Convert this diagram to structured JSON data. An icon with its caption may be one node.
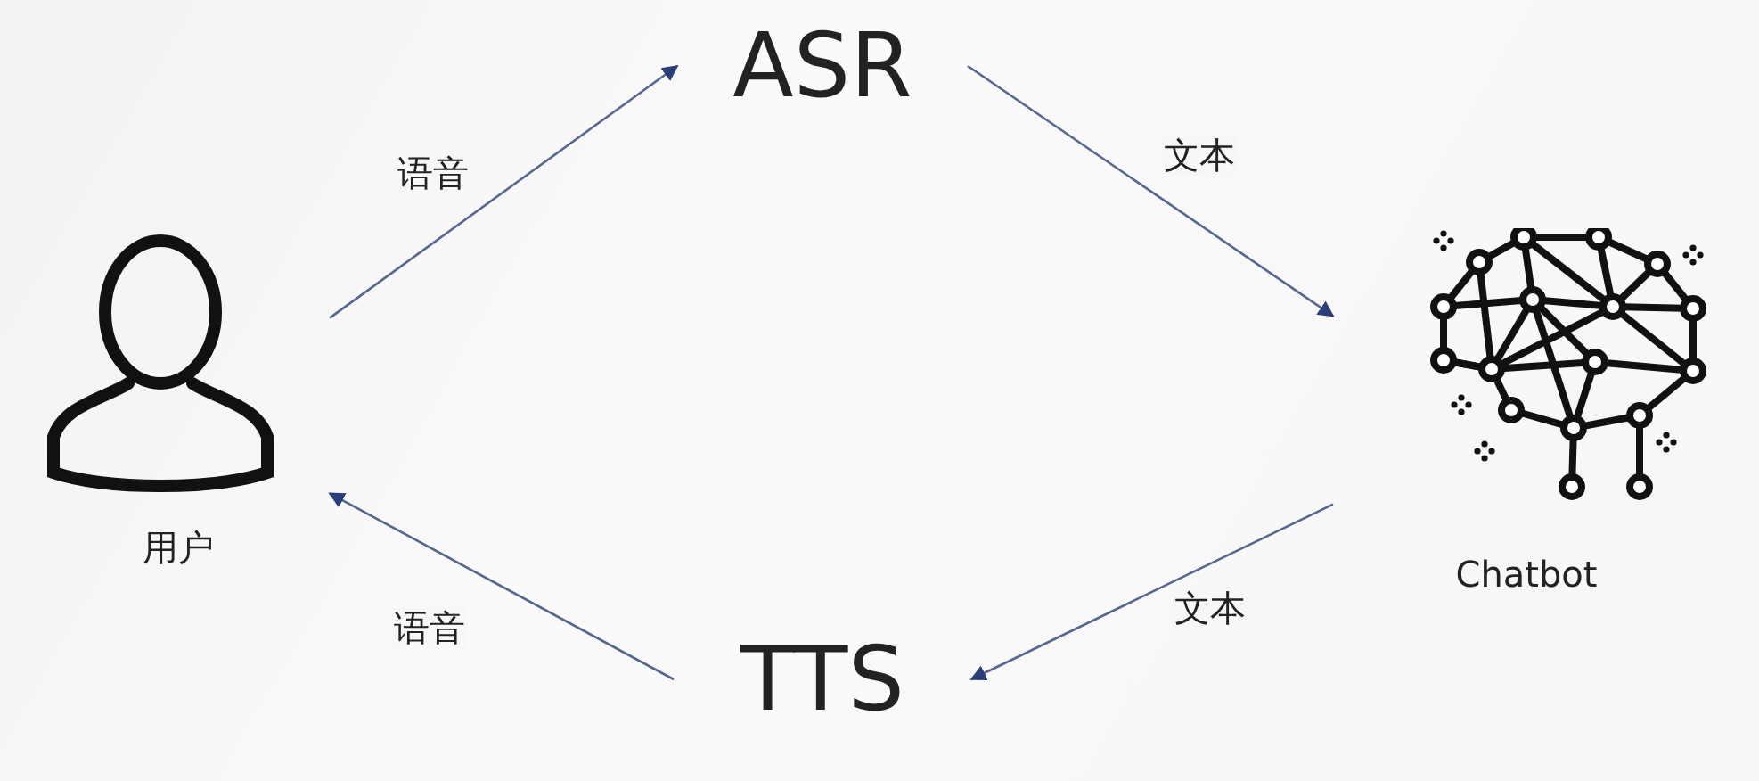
{
  "diagram": {
    "nodes": [
      {
        "text": [
          "用户"
        ]
      },
      {
        "text": [
          "ASR"
        ]
      },
      {
        "text": [
          "Chatbot"
        ]
      },
      {
        "text": [
          "TTS"
        ]
      }
    ],
    "edges": [
      {
        "from": 0,
        "to": 1,
        "arrow": "to",
        "label": "语音"
      },
      {
        "from": 1,
        "to": 2,
        "arrow": "to",
        "label": "文本"
      },
      {
        "from": 2,
        "to": 3,
        "arrow": "to",
        "label": "文本"
      },
      {
        "from": 3,
        "to": 0,
        "arrow": "to",
        "label": "语音"
      }
    ]
  }
}
